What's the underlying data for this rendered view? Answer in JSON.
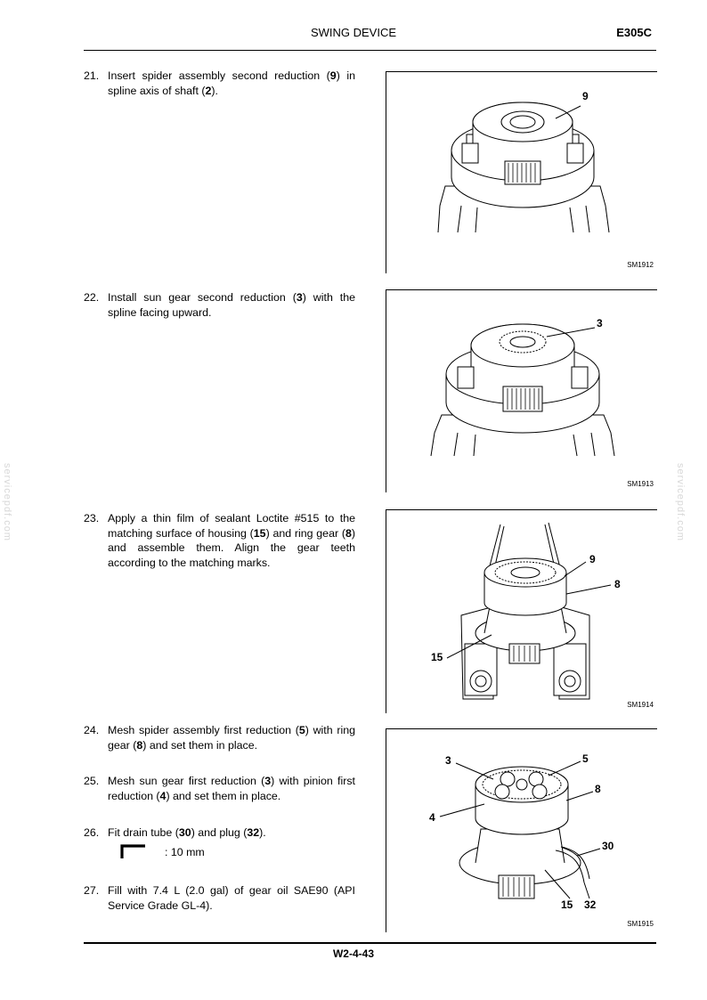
{
  "header": {
    "title": "SWING DEVICE",
    "code": "E305C"
  },
  "footer": {
    "page": "W2-4-43"
  },
  "watermark": "servicepdf.com",
  "steps": [
    {
      "num": "21.",
      "text_parts": [
        "Insert spider assembly second reduction (",
        "9",
        ") in spline axis of shaft (",
        "2",
        ")."
      ]
    },
    {
      "num": "22.",
      "text_parts": [
        "Install sun gear second reduction (",
        "3",
        ") with the spline facing upward."
      ]
    },
    {
      "num": "23.",
      "text_parts": [
        "Apply a thin film of sealant Loctite #515 to the matching surface of housing (",
        "15",
        ") and ring gear (",
        "8",
        ") and assemble them. Align the gear teeth according to the matching marks."
      ]
    },
    {
      "num": "24.",
      "text_parts": [
        "Mesh spider assembly first reduction (",
        "5",
        ") with ring gear (",
        "8",
        ") and set them in place."
      ]
    },
    {
      "num": "25.",
      "text_parts": [
        "Mesh sun gear first reduction (",
        "3",
        ") with pinion first reduction (",
        "4",
        ") and set them in place."
      ]
    },
    {
      "num": "26.",
      "text_parts": [
        "Fit drain tube (",
        "30",
        ") and plug (",
        "32",
        ")."
      ]
    },
    {
      "num": "27.",
      "text_parts": [
        "Fill with 7.4 L (2.0 gal) of gear oil SAE90 (API Service Grade GL-4)."
      ]
    }
  ],
  "torque": {
    "icon": "hex-wrench-icon",
    "value": ": 10 mm"
  },
  "figures": [
    {
      "code": "SM1912",
      "labels": [
        "9"
      ]
    },
    {
      "code": "SM1913",
      "labels": [
        "3"
      ]
    },
    {
      "code": "SM1914",
      "labels": [
        "9",
        "8",
        "15"
      ]
    },
    {
      "code": "SM1915",
      "labels": [
        "3",
        "5",
        "8",
        "4",
        "30",
        "15",
        "32"
      ]
    }
  ]
}
